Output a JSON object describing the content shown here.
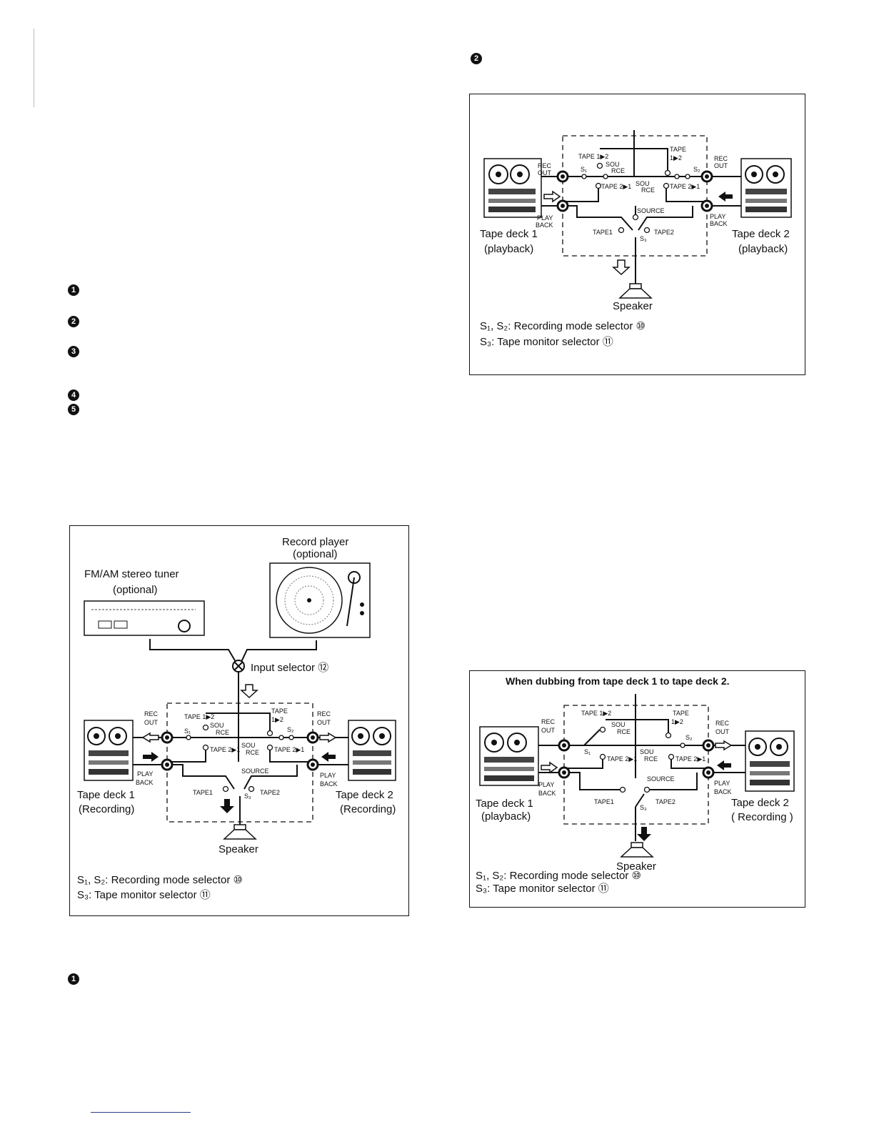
{
  "bullets": {
    "top_right": "2",
    "list": [
      "1",
      "2",
      "3",
      "4",
      "5"
    ],
    "bottom_left": "1"
  },
  "diagram_a": {
    "tuner_label": "FM/AM stereo tuner",
    "tuner_note": "(optional)",
    "player_label": "Record player",
    "player_note": "(optional)",
    "input_selector": "Input selector ⑫",
    "deck1_name": "Tape deck 1",
    "deck1_mode": "(Recording)",
    "deck2_name": "Tape deck 2",
    "deck2_mode": "(Recording)",
    "speaker": "Speaker",
    "legend_s12": "S₁, S₂:  Recording mode selector ⑩",
    "legend_s3": "S₃:  Tape monitor selector ⑪"
  },
  "diagram_b": {
    "deck1_name": "Tape deck 1",
    "deck1_mode": "(playback)",
    "deck2_name": "Tape deck 2",
    "deck2_mode": "(playback)",
    "speaker": "Speaker",
    "legend_s12": "S₁, S₂:   Recording mode selector ⑩",
    "legend_s3": "S₃:   Tape monitor selector ⑪"
  },
  "diagram_c": {
    "title": "When dubbing from tape deck 1 to tape deck 2.",
    "deck1_name": "Tape deck 1",
    "deck1_mode": "(playback)",
    "deck2_name": "Tape deck 2",
    "deck2_mode": "( Recording )",
    "speaker": "Speaker",
    "legend_s12": "S₁, S₂:  Recording mode  selector ⑩",
    "legend_s3": "S₃:  Tape monitor  selector ⑪"
  },
  "switch": {
    "rec_out": [
      "REC",
      "OUT"
    ],
    "playback": [
      "PLAY",
      "BACK"
    ],
    "tape12": "TAPE 1▶2",
    "tape21": "TAPE 2▶1",
    "source": "SOURCE",
    "sou": "SOU",
    "rce": "RCE",
    "tape1": "TAPE1",
    "tape2": "TAPE2",
    "tape": "TAPE",
    "one_two": "1▶2",
    "two_one": "2▶1",
    "s1": "S₁",
    "s2": "S₂",
    "s3": "S₃"
  }
}
